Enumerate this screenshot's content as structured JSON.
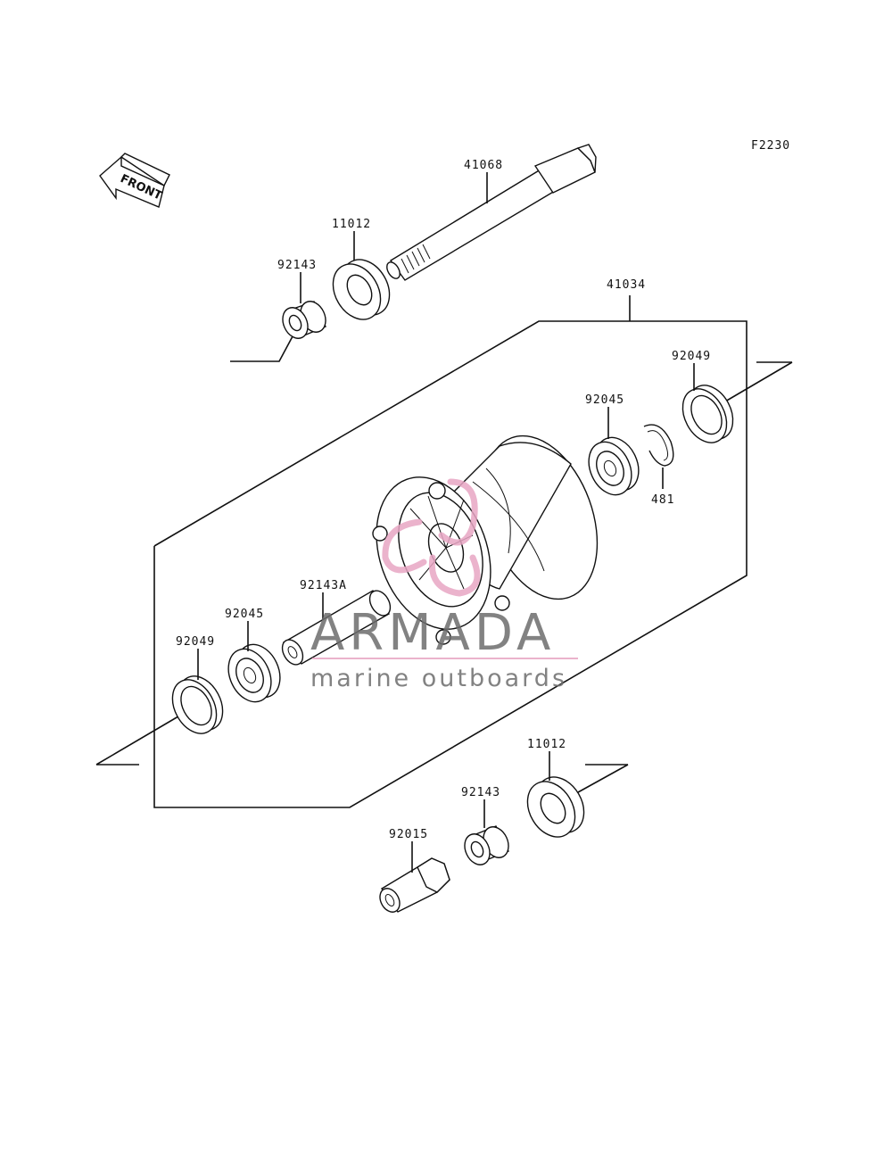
{
  "figure_code": "F2230",
  "front_label": "FRONT",
  "parts": {
    "axle": "41068",
    "hub_assembly": "41034",
    "spacer_top": "92143",
    "seal_top": "11012",
    "seal_right": "92049",
    "bearing_right": "92045",
    "circlip": "481",
    "sleeve": "92143A",
    "bearing_left": "92045",
    "seal_left": "92049",
    "seal_bottom": "11012",
    "spacer_bottom": "92143",
    "axle_nut": "92015"
  },
  "watermark": {
    "brand": "ARMADA",
    "tagline": "marine outboards",
    "logo_color": "#e8a6c4"
  }
}
